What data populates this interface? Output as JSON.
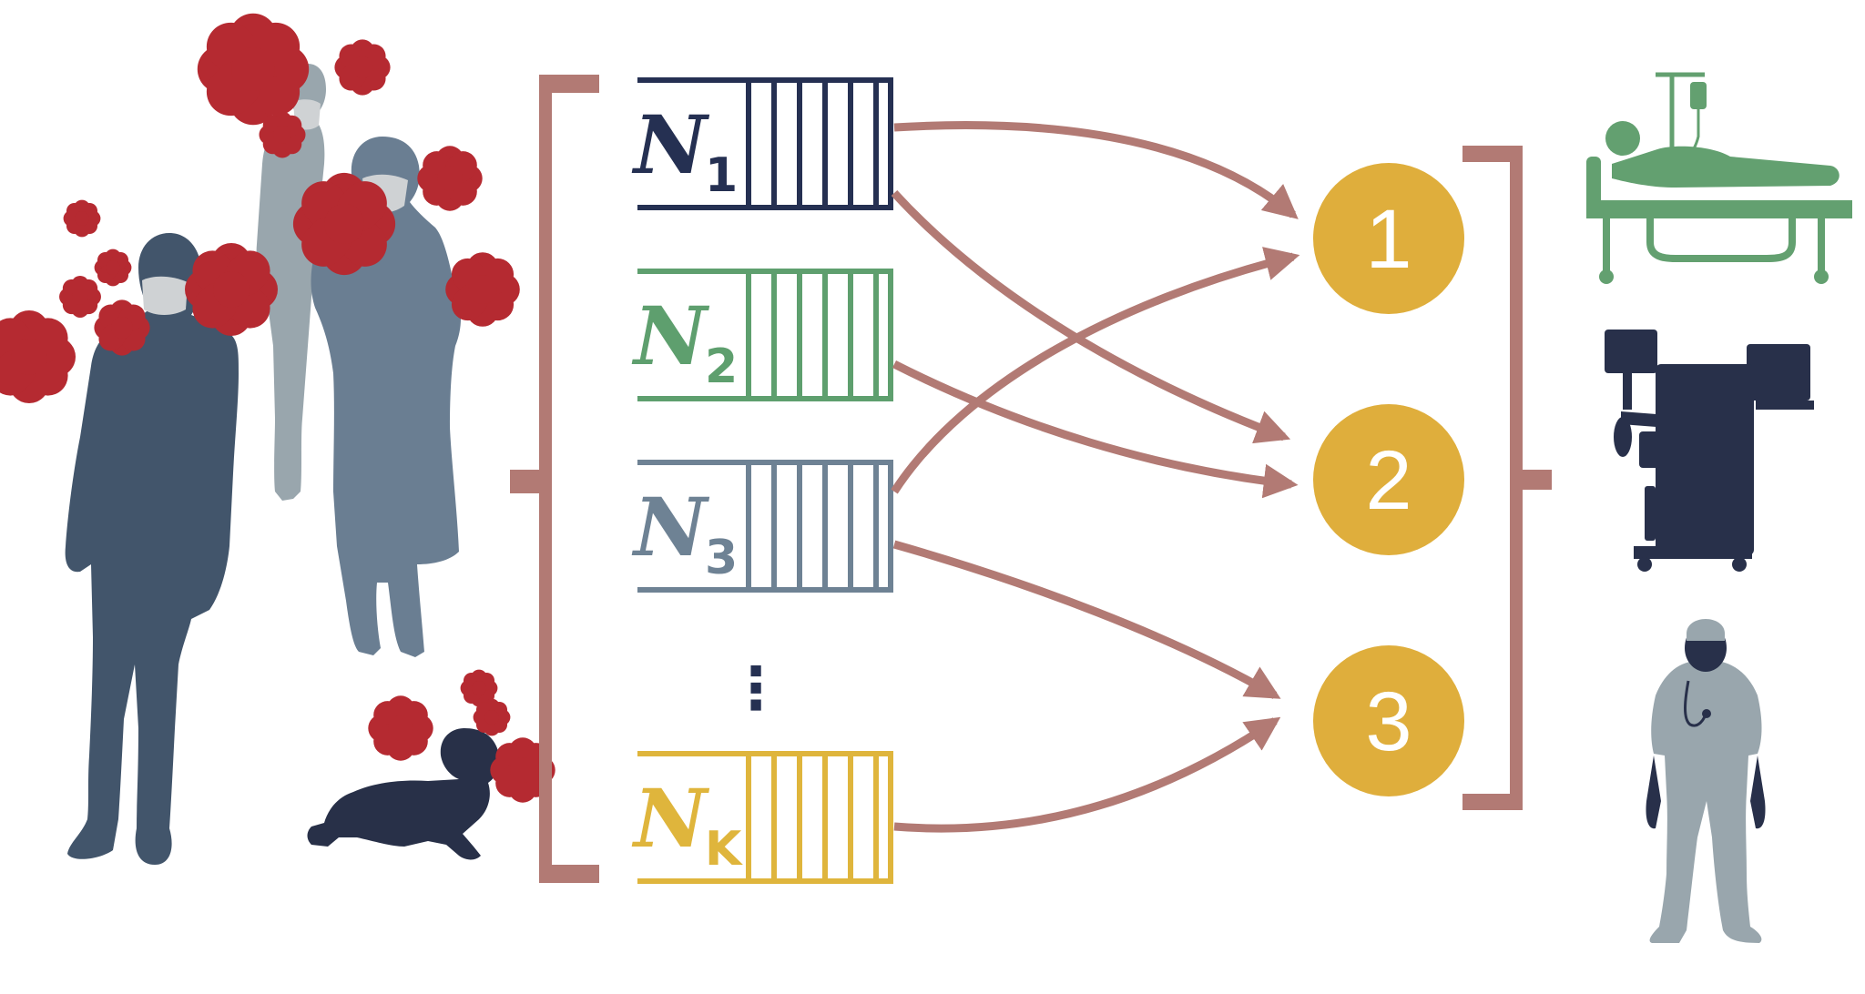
{
  "colors": {
    "bracket": "#b27a74",
    "arrow": "#b27a74",
    "server_fill": "#dfae3c",
    "server_text": "#ffffff",
    "virus": "#b52a31",
    "person_dark": "#42556b",
    "person_light": "#99a6ad",
    "person_mid": "#6a7e92",
    "baby": "#283048",
    "mask": "#cfd2d4",
    "bed": "#63a070",
    "ventilator": "#28304a",
    "doctor_body": "#99a6ad",
    "doctor_head": "#28304a"
  },
  "queues": [
    {
      "symbol": "N",
      "index": "1",
      "color": "#253052"
    },
    {
      "symbol": "N",
      "index": "2",
      "color": "#5e9f6e"
    },
    {
      "symbol": "N",
      "index": "3",
      "color": "#6e8294"
    },
    {
      "symbol": "N",
      "index": "K",
      "color": "#dfb53c"
    }
  ],
  "ellipsis": "⋮",
  "servers": [
    {
      "label": "1"
    },
    {
      "label": "2"
    },
    {
      "label": "3"
    }
  ],
  "routes": [
    {
      "from": "1",
      "to": "1"
    },
    {
      "from": "1",
      "to": "2"
    },
    {
      "from": "2",
      "to": "2"
    },
    {
      "from": "3",
      "to": "1"
    },
    {
      "from": "3",
      "to": "3"
    },
    {
      "from": "K",
      "to": "3"
    }
  ],
  "resource_icons": [
    "hospital-bed-icon",
    "ventilator-icon",
    "doctor-icon"
  ]
}
